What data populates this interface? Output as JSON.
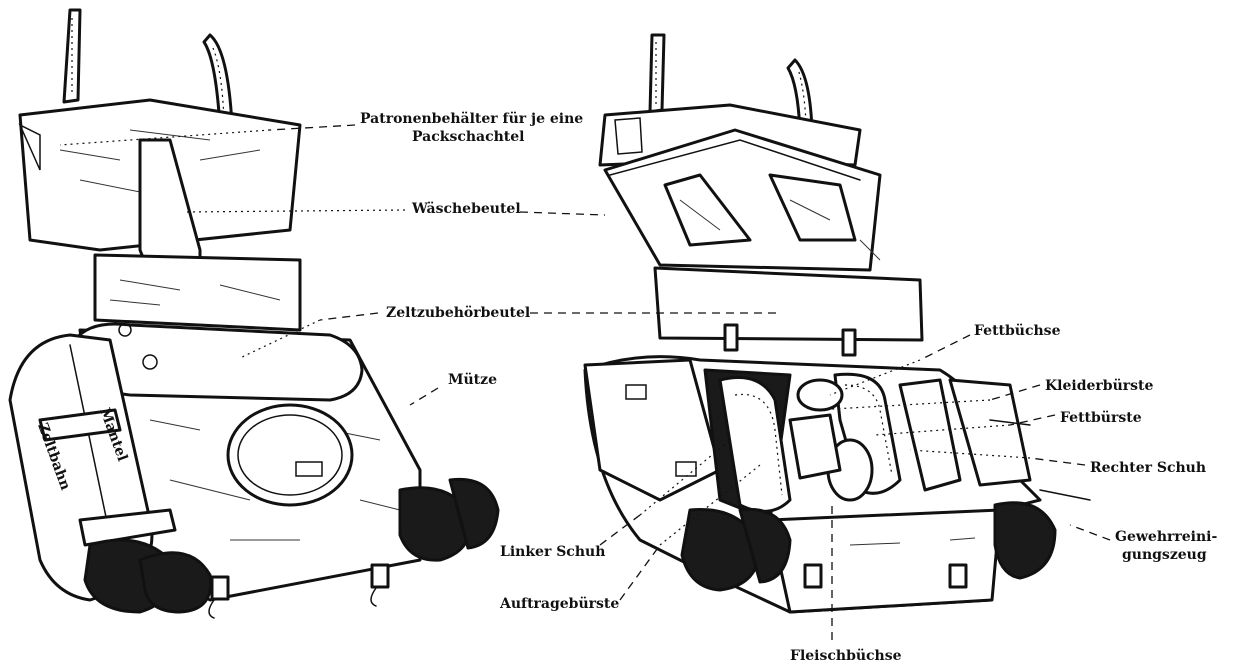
{
  "labels": {
    "patronenbehaelter_line1": "Patronenbehälter für je eine",
    "patronenbehaelter_line2": "Packschachtel",
    "waeschebeutel": "Wäschebeutel",
    "zeltzubehoerbeutel": "Zeltzubehörbeutel",
    "muetze": "Mütze",
    "linker_schuh": "Linker Schuh",
    "auftragebuerste": "Auftragebürste",
    "fleischbuechse": "Fleischbüchse",
    "fettbuechse": "Fettbüchse",
    "kleiderbuerste": "Kleiderbürste",
    "fettbuerste": "Fettbürste",
    "rechter_schuh": "Rechter Schuh",
    "gewehrreinigungszeug_line1": "Gewehrreini-",
    "gewehrreinigungszeug_line2": "gungszeug"
  },
  "roll_labels": {
    "zeltbahn": "Zeltbahn",
    "mantel": "Mantel"
  },
  "colors": {
    "ink": "#111111",
    "paper": "#ffffff"
  }
}
